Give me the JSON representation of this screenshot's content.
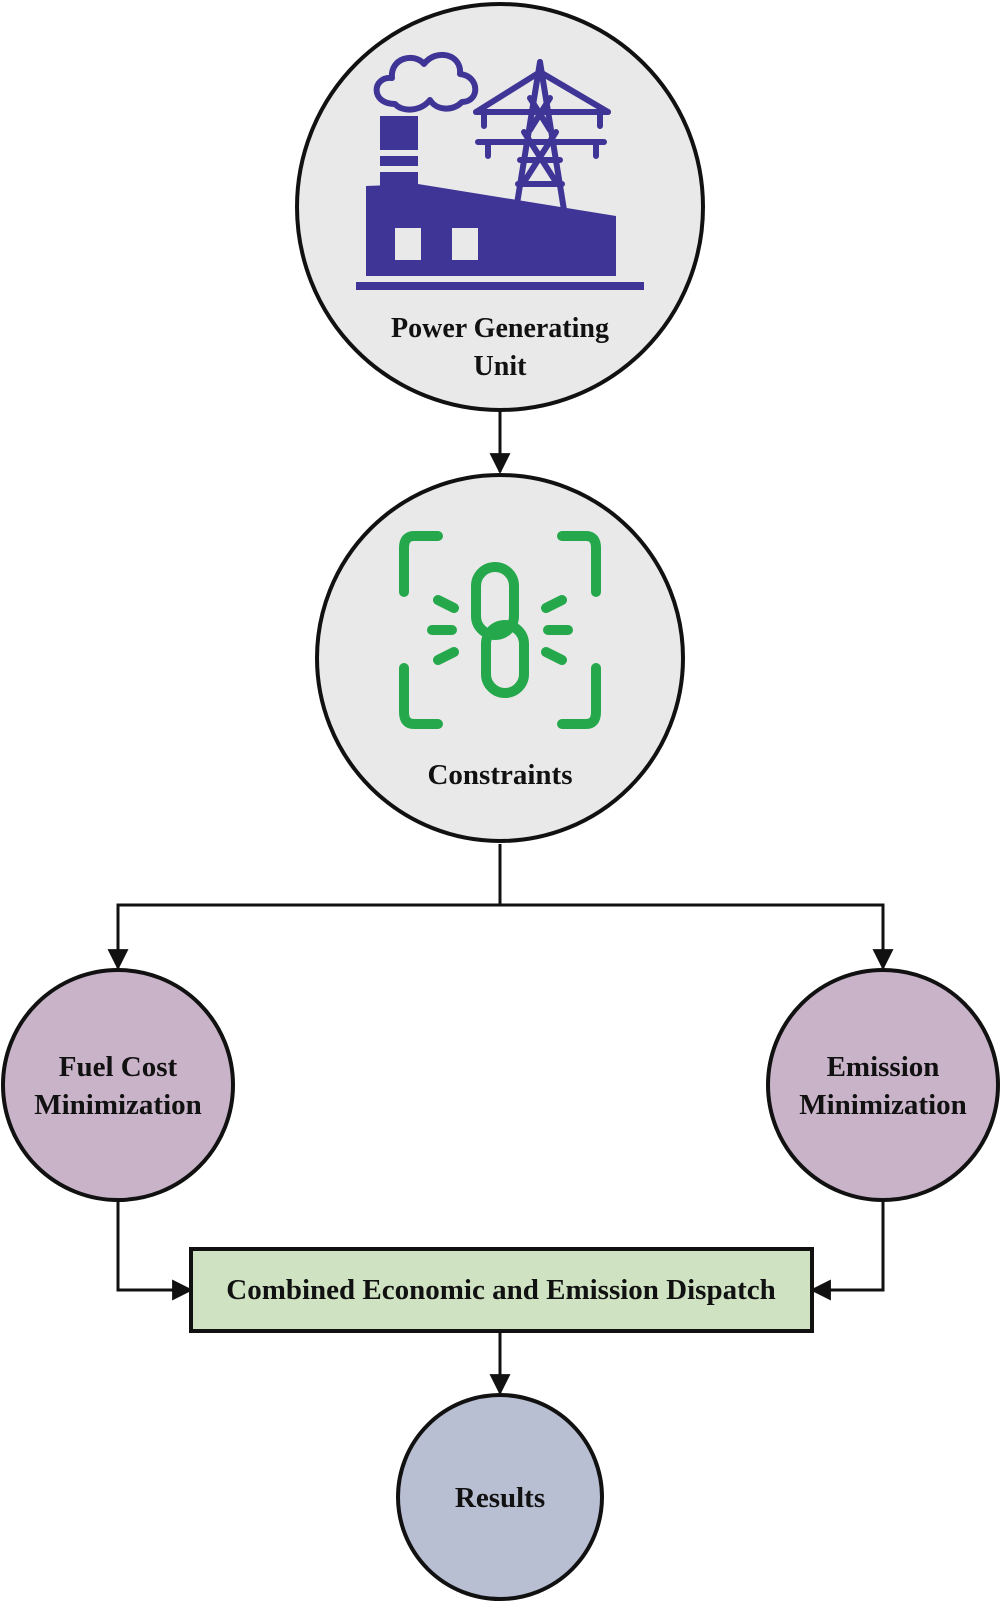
{
  "nodes": {
    "power_unit": {
      "line1": "Power Generating",
      "line2": "Unit"
    },
    "constraints": {
      "label": "Constraints"
    },
    "fuel_cost": {
      "line1": "Fuel Cost",
      "line2": "Minimization"
    },
    "emission": {
      "line1": "Emission",
      "line2": "Minimization"
    },
    "dispatch": {
      "label": "Combined Economic and Emission Dispatch"
    },
    "results": {
      "label": "Results"
    }
  },
  "colors": {
    "top_circle_fill": "#e9e9e9",
    "objective_circle_fill": "#c8b3c8",
    "dispatch_box_fill": "#cfe3c2",
    "results_circle_fill": "#b9bfd3",
    "factory_icon": "#3f3596",
    "chain_icon": "#25a84b",
    "line": "#111111"
  },
  "icons": {
    "power_unit": "factory-power-tower-icon",
    "constraints": "chain-link-icon"
  }
}
